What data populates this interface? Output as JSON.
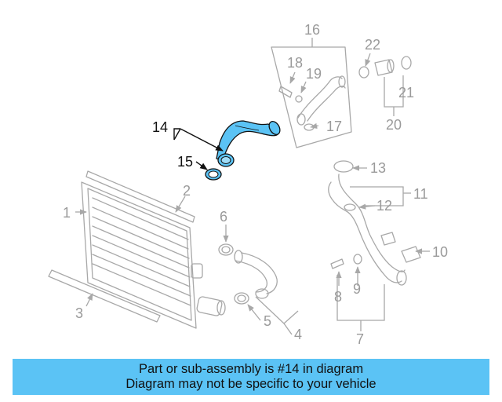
{
  "callouts": {
    "c1": "1",
    "c2": "2",
    "c3": "3",
    "c4": "4",
    "c5": "5",
    "c6": "6",
    "c7": "7",
    "c8": "8",
    "c9": "9",
    "c10": "10",
    "c11": "11",
    "c12": "12",
    "c13": "13",
    "c14": "14",
    "c15": "15",
    "c16": "16",
    "c17": "17",
    "c18": "18",
    "c19": "19",
    "c20": "20",
    "c21": "21",
    "c22": "22"
  },
  "highlighted_part": "14",
  "colors": {
    "highlight": "#5bc3f5",
    "outline": "#a8a8a8",
    "banner": "#5bc3f5"
  },
  "banner": {
    "line1": "Part or sub-assembly is #14 in diagram",
    "line2": "Diagram may not be specific to your vehicle"
  }
}
